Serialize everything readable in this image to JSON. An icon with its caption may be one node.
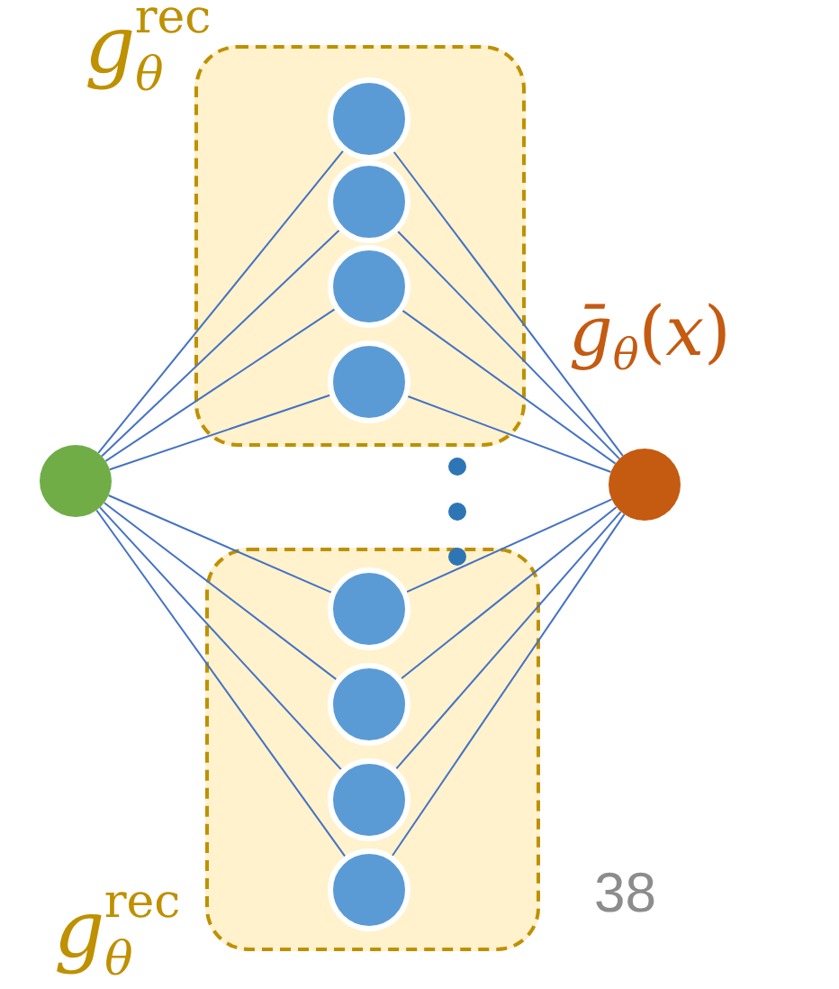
{
  "diagram": {
    "nodes": [
      {
        "text": [
          "*g*$_{θ}$$^{rec}$"
        ]
      },
      {
        "text": [],
        "shape": "circle",
        "in": 0
      },
      {
        "text": [],
        "shape": "circle",
        "in": 0
      },
      {
        "text": [],
        "shape": "circle",
        "in": 0
      },
      {
        "text": [],
        "shape": "circle",
        "in": 0
      },
      {
        "text": [
          "*g*$_{θ}$$^{rec}$"
        ]
      },
      {
        "text": [],
        "shape": "circle",
        "in": 5
      },
      {
        "text": [],
        "shape": "circle",
        "in": 5
      },
      {
        "text": [],
        "shape": "circle",
        "in": 5
      },
      {
        "text": [],
        "shape": "circle",
        "in": 5
      },
      {
        "text": [],
        "shape": "circle"
      },
      {
        "text": [],
        "shape": "circle",
        "beside": [
          "*ḡ*$_{θ}$(*x*)"
        ]
      }
    ],
    "edges": [
      {
        "from": 10,
        "to": 1,
        "arrow": "none"
      },
      {
        "from": 10,
        "to": 2,
        "arrow": "none"
      },
      {
        "from": 10,
        "to": 3,
        "arrow": "none"
      },
      {
        "from": 10,
        "to": 4,
        "arrow": "none"
      },
      {
        "from": 10,
        "to": 6,
        "arrow": "none"
      },
      {
        "from": 10,
        "to": 7,
        "arrow": "none"
      },
      {
        "from": 10,
        "to": 8,
        "arrow": "none"
      },
      {
        "from": 10,
        "to": 9,
        "arrow": "none"
      },
      {
        "from": 1,
        "to": 11,
        "arrow": "none"
      },
      {
        "from": 2,
        "to": 11,
        "arrow": "none"
      },
      {
        "from": 3,
        "to": 11,
        "arrow": "none"
      },
      {
        "from": 4,
        "to": 11,
        "arrow": "none"
      },
      {
        "from": 6,
        "to": 11,
        "arrow": "none"
      },
      {
        "from": 7,
        "to": 11,
        "arrow": "none"
      },
      {
        "from": 8,
        "to": 11,
        "arrow": "none"
      },
      {
        "from": 9,
        "to": 11,
        "arrow": "none"
      }
    ],
    "labels": [
      "38"
    ]
  }
}
